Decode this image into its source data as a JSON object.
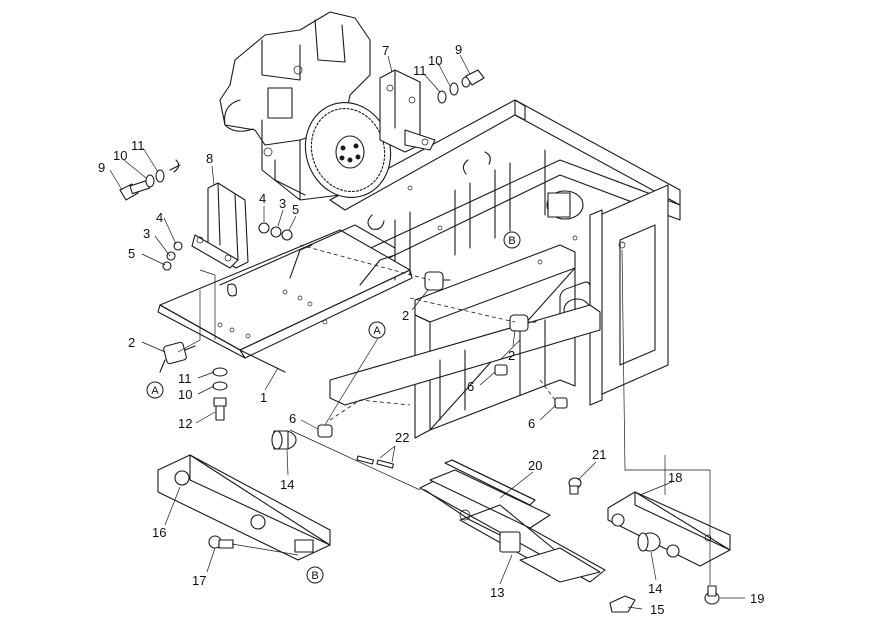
{
  "callouts": [
    {
      "id": "c1",
      "text": "1"
    },
    {
      "id": "c2a",
      "text": "2"
    },
    {
      "id": "c2b",
      "text": "2"
    },
    {
      "id": "c2c",
      "text": "2"
    },
    {
      "id": "c3a",
      "text": "3"
    },
    {
      "id": "c3b",
      "text": "3"
    },
    {
      "id": "c4a",
      "text": "4"
    },
    {
      "id": "c4b",
      "text": "4"
    },
    {
      "id": "c5a",
      "text": "5"
    },
    {
      "id": "c5b",
      "text": "5"
    },
    {
      "id": "c6a",
      "text": "6"
    },
    {
      "id": "c6b",
      "text": "6"
    },
    {
      "id": "c6c",
      "text": "6"
    },
    {
      "id": "c7",
      "text": "7"
    },
    {
      "id": "c8",
      "text": "8"
    },
    {
      "id": "c9a",
      "text": "9"
    },
    {
      "id": "c9b",
      "text": "9"
    },
    {
      "id": "c10a",
      "text": "10"
    },
    {
      "id": "c10b",
      "text": "10"
    },
    {
      "id": "c10c",
      "text": "10"
    },
    {
      "id": "c11a",
      "text": "11"
    },
    {
      "id": "c11b",
      "text": "11"
    },
    {
      "id": "c11c",
      "text": "11"
    },
    {
      "id": "c12",
      "text": "12"
    },
    {
      "id": "c13",
      "text": "13"
    },
    {
      "id": "c14a",
      "text": "14"
    },
    {
      "id": "c14b",
      "text": "14"
    },
    {
      "id": "c15",
      "text": "15"
    },
    {
      "id": "c16",
      "text": "16"
    },
    {
      "id": "c17",
      "text": "17"
    },
    {
      "id": "c18",
      "text": "18"
    },
    {
      "id": "c19",
      "text": "19"
    },
    {
      "id": "c20",
      "text": "20"
    },
    {
      "id": "c21",
      "text": "21"
    },
    {
      "id": "c22",
      "text": "22"
    }
  ],
  "reference_marks": {
    "a_top": "A",
    "a_left": "A",
    "b_top": "B",
    "b_bottom": "B"
  }
}
